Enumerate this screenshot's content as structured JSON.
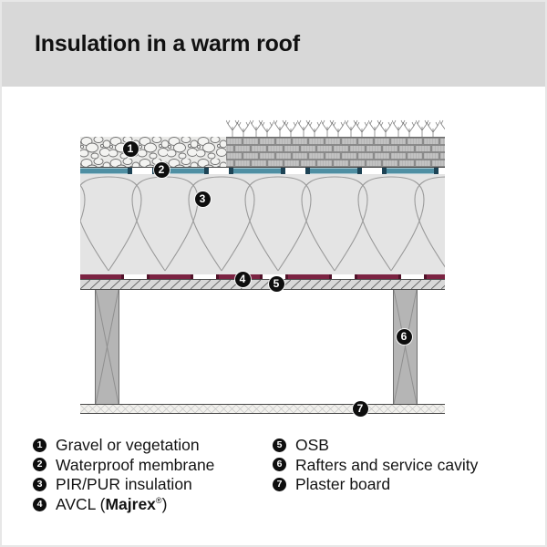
{
  "title": "Insulation in a warm roof",
  "callouts": [
    "1",
    "2",
    "3",
    "4",
    "5",
    "6",
    "7"
  ],
  "legend": {
    "left": [
      {
        "num": "1",
        "label": "Gravel or vegetation"
      },
      {
        "num": "2",
        "label": "Waterproof membrane"
      },
      {
        "num": "3",
        "label": "PIR/PUR insulation"
      },
      {
        "num": "4",
        "pre": "AVCL (",
        "brand": "Majrex",
        "reg": "®",
        "post": ")"
      }
    ],
    "right": [
      {
        "num": "5",
        "label": "OSB"
      },
      {
        "num": "6",
        "label": "Rafters and service cavity"
      },
      {
        "num": "7",
        "label": "Plaster board"
      }
    ]
  },
  "colors": {
    "title_band": "#d8d8d8",
    "membrane_teal": "#4f8fa3",
    "membrane_cap": "#1d4355",
    "avcl_maroon": "#7c2443",
    "avcl_cap": "#511229",
    "insulation_bg": "#e4e4e4",
    "rafter_fill": "#b5b5b5",
    "callout_bg": "#0e0e0e"
  }
}
